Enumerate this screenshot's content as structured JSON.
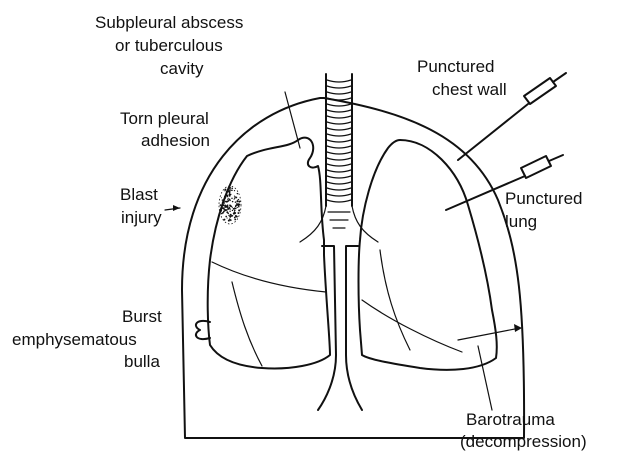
{
  "labels": {
    "subpleural": [
      "Subpleural abscess",
      "or tuberculous",
      "cavity"
    ],
    "torn": [
      "Torn pleural",
      "adhesion"
    ],
    "blast": [
      "Blast",
      "injury"
    ],
    "burst": [
      "Burst",
      "emphysematous",
      "bulla"
    ],
    "chest_wall": [
      "Punctured",
      "chest wall"
    ],
    "lung": [
      "Punctured",
      "lung"
    ],
    "barotrauma": [
      "Barotrauma",
      "(decompression)"
    ]
  },
  "colors": {
    "ink": "#111111",
    "background": "#ffffff"
  }
}
